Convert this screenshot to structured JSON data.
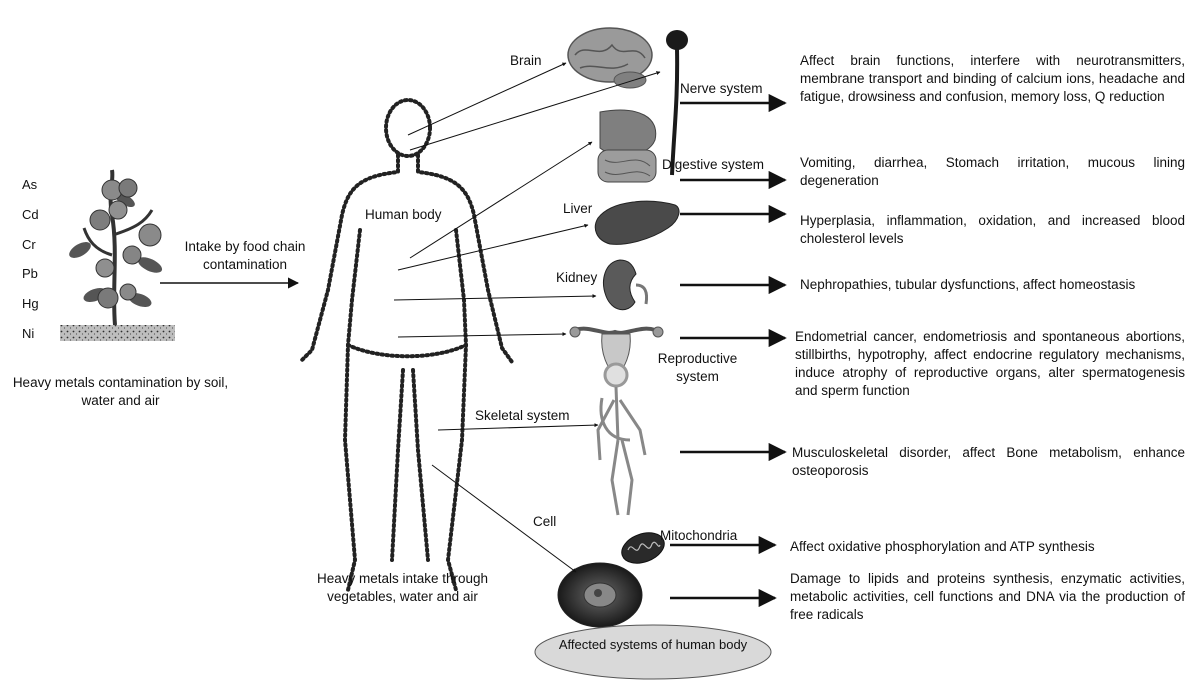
{
  "metals": [
    "As",
    "Cd",
    "Cr",
    "Pb",
    "Hg",
    "Ni"
  ],
  "source": {
    "caption": "Heavy metals contamination by soil, water and air",
    "intake_label": "Intake by food chain contamination"
  },
  "body": {
    "label": "Human body",
    "caption": "Heavy metals intake through vegetables, water and air"
  },
  "organs": {
    "brain": "Brain",
    "nerve": "Nerve system",
    "digestive": "Digestive system",
    "liver": "Liver",
    "kidney": "Kidney",
    "reproductive": "Reproductive system",
    "skeletal": "Skeletal system",
    "cell": "Cell",
    "mitochondria": "Mitochondria"
  },
  "effects": {
    "nerve": "Affect brain functions,  interfere with neurotransmitters, membrane transport and binding of calcium ions, headache and fatigue, drowsiness and confusion, memory loss, Q reduction",
    "digestive": "Vomiting, diarrhea, Stomach irritation, mucous lining degeneration",
    "liver": "Hyperplasia, inflammation, oxidation, and increased blood cholesterol levels",
    "kidney": "Nephropathies, tubular dysfunctions, affect homeostasis",
    "reproductive": "Endometrial cancer, endometriosis and spontaneous abortions, stillbirths, hypotrophy, affect endocrine regulatory mechanisms, induce atrophy of reproductive organs, alter spermatogenesis and sperm function",
    "skeletal": "Musculoskeletal disorder, affect Bone metabolism, enhance osteoporosis",
    "mitochondria": "Affect oxidative phosphorylation and ATP synthesis",
    "cell": "Damage to lipids and proteins synthesis, enzymatic activities, metabolic activities, cell functions and DNA via the production of free radicals"
  },
  "footer": "Affected systems of human body",
  "colors": {
    "text": "#111111",
    "arrow": "#111111",
    "ellipse_fill": "#d9d9d9",
    "organ_dark": "#3a3a3a"
  }
}
